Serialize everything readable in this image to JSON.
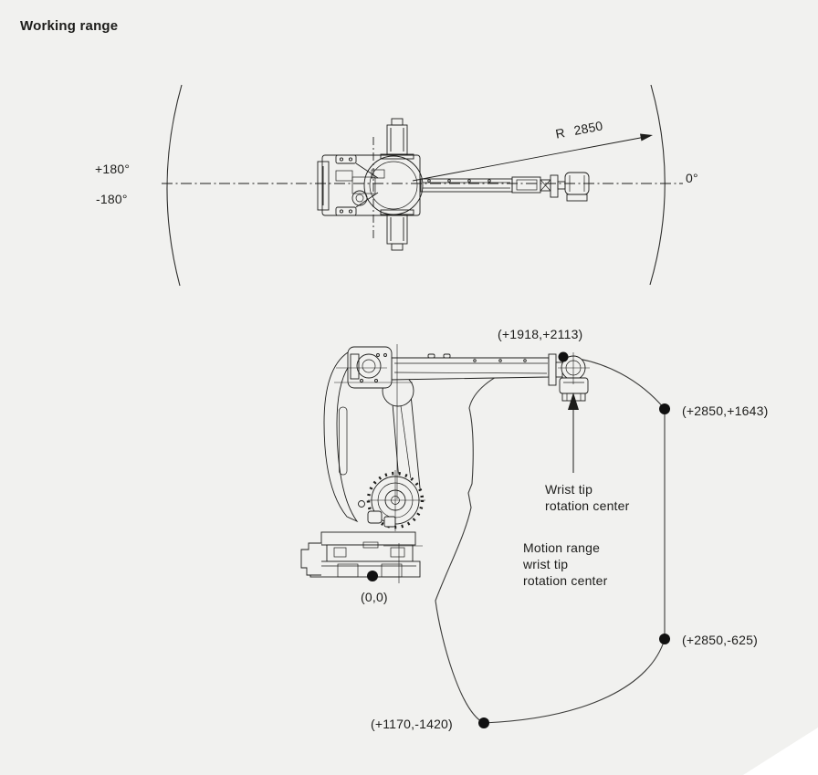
{
  "header": {
    "title": "Working range"
  },
  "colors": {
    "background": "#f1f1ef",
    "ink": "#1d1d1b",
    "envelope_line": "#3c3c3a",
    "marker": "#111111",
    "corner_fold": "#ffffff"
  },
  "top_view": {
    "ccw_limit_label": "+180°",
    "cw_limit_label": "-180°",
    "zero_limit_label": "0°",
    "radius_label": "R 2850"
  },
  "side_view": {
    "origin_label": "(0,0)",
    "points": [
      {
        "name": "wrist-max",
        "label": "(+1918,+2113)"
      },
      {
        "name": "upper-right",
        "label": "(+2850,+1643)"
      },
      {
        "name": "lower-right",
        "label": "(+2850,-625)"
      },
      {
        "name": "bottom",
        "label": "(+1170,-1420)"
      }
    ],
    "annotations": {
      "wrist_tip": [
        "Wrist tip",
        "rotation center"
      ],
      "motion_range": [
        "Motion range",
        "wrist tip",
        "rotation center"
      ]
    }
  }
}
